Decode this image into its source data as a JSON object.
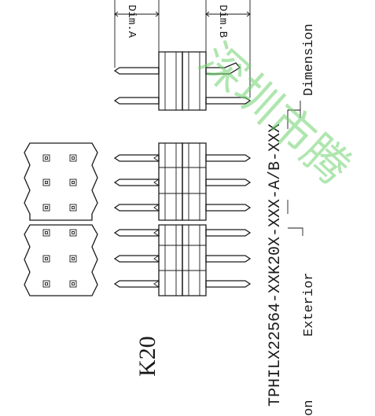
{
  "part_label": "K20",
  "part_number": "TPHILX22564-XXK20X-XXX-A/B-XXX",
  "callouts": {
    "exterior": "Exterior",
    "dimension": "Dimension",
    "partial_bottom": "on"
  },
  "dimensions": {
    "dim_a": "Dim.A",
    "dim_b": "Dim.B"
  },
  "watermark": "深圳市腾",
  "colors": {
    "line": "#1a1a1a",
    "watermark": "#6fd26f",
    "background": "#ffffff"
  }
}
